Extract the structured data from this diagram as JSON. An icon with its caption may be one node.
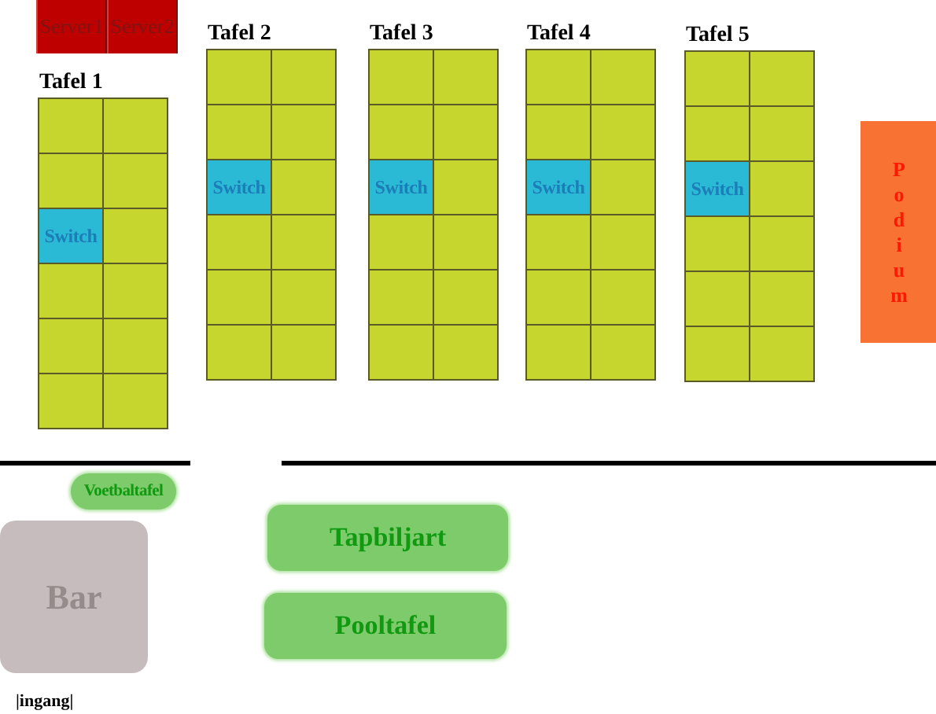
{
  "diagram": {
    "nodes": [
      {
        "text": [
          "Server1"
        ]
      },
      {
        "text": [
          "Server2"
        ]
      },
      {
        "text": [
          "Tafel 1"
        ]
      },
      {
        "text": [],
        "shape": "box",
        "in": 2
      },
      {
        "text": [],
        "shape": "box",
        "in": 2
      },
      {
        "text": [],
        "shape": "box",
        "in": 2
      },
      {
        "text": [],
        "shape": "box",
        "in": 2
      },
      {
        "text": [
          "Switch"
        ],
        "in": 2
      },
      {
        "text": [],
        "shape": "box",
        "in": 2
      },
      {
        "text": [],
        "shape": "box",
        "in": 2
      },
      {
        "text": [],
        "shape": "box",
        "in": 2
      },
      {
        "text": [],
        "shape": "box",
        "in": 2
      },
      {
        "text": [],
        "shape": "box",
        "in": 2
      },
      {
        "text": [],
        "shape": "box",
        "in": 2
      },
      {
        "text": [],
        "shape": "box",
        "in": 2
      },
      {
        "text": [
          "Tafel 2"
        ]
      },
      {
        "text": [],
        "shape": "box",
        "in": 15
      },
      {
        "text": [],
        "shape": "box",
        "in": 15
      },
      {
        "text": [],
        "shape": "box",
        "in": 15
      },
      {
        "text": [],
        "shape": "box",
        "in": 15
      },
      {
        "text": [
          "Switch"
        ],
        "in": 15
      },
      {
        "text": [],
        "shape": "box",
        "in": 15
      },
      {
        "text": [],
        "shape": "box",
        "in": 15
      },
      {
        "text": [],
        "shape": "box",
        "in": 15
      },
      {
        "text": [],
        "shape": "box",
        "in": 15
      },
      {
        "text": [],
        "shape": "box",
        "in": 15
      },
      {
        "text": [],
        "shape": "box",
        "in": 15
      },
      {
        "text": [],
        "shape": "box",
        "in": 15
      },
      {
        "text": [
          "Tafel 3"
        ]
      },
      {
        "text": [],
        "shape": "box",
        "in": 28
      },
      {
        "text": [],
        "shape": "box",
        "in": 28
      },
      {
        "text": [],
        "shape": "box",
        "in": 28
      },
      {
        "text": [],
        "shape": "box",
        "in": 28
      },
      {
        "text": [
          "Switch"
        ],
        "in": 28
      },
      {
        "text": [],
        "shape": "box",
        "in": 28
      },
      {
        "text": [],
        "shape": "box",
        "in": 28
      },
      {
        "text": [],
        "shape": "box",
        "in": 28
      },
      {
        "text": [],
        "shape": "box",
        "in": 28
      },
      {
        "text": [],
        "shape": "box",
        "in": 28
      },
      {
        "text": [],
        "shape": "box",
        "in": 28
      },
      {
        "text": [],
        "shape": "box",
        "in": 28
      },
      {
        "text": [
          "Tafel 4"
        ]
      },
      {
        "text": [],
        "shape": "box",
        "in": 41
      },
      {
        "text": [],
        "shape": "box",
        "in": 41
      },
      {
        "text": [],
        "shape": "box",
        "in": 41
      },
      {
        "text": [],
        "shape": "box",
        "in": 41
      },
      {
        "text": [
          "Switch"
        ],
        "in": 41
      },
      {
        "text": [],
        "shape": "box",
        "in": 41
      },
      {
        "text": [],
        "shape": "box",
        "in": 41
      },
      {
        "text": [],
        "shape": "box",
        "in": 41
      },
      {
        "text": [],
        "shape": "box",
        "in": 41
      },
      {
        "text": [],
        "shape": "box",
        "in": 41
      },
      {
        "text": [],
        "shape": "box",
        "in": 41
      },
      {
        "text": [],
        "shape": "box",
        "in": 41
      },
      {
        "text": [
          "Tafel 5"
        ]
      },
      {
        "text": [],
        "shape": "box",
        "in": 54
      },
      {
        "text": [],
        "shape": "box",
        "in": 54
      },
      {
        "text": [],
        "shape": "box",
        "in": 54
      },
      {
        "text": [],
        "shape": "box",
        "in": 54
      },
      {
        "text": [
          "Switch"
        ],
        "in": 54
      },
      {
        "text": [],
        "shape": "box",
        "in": 54
      },
      {
        "text": [],
        "shape": "box",
        "in": 54
      },
      {
        "text": [],
        "shape": "box",
        "in": 54
      },
      {
        "text": [],
        "shape": "box",
        "in": 54
      },
      {
        "text": [],
        "shape": "box",
        "in": 54
      },
      {
        "text": [],
        "shape": "box",
        "in": 54
      },
      {
        "text": [],
        "shape": "box",
        "in": 54
      },
      {
        "text": [
          "Podium"
        ]
      },
      {
        "text": [
          "Voetbaltafel"
        ]
      },
      {
        "text": [
          "Bar"
        ]
      },
      {
        "text": [
          "Tapbiljart"
        ]
      },
      {
        "text": [
          "Pooltafel"
        ]
      }
    ],
    "labels": [
      "|ingang|"
    ]
  }
}
